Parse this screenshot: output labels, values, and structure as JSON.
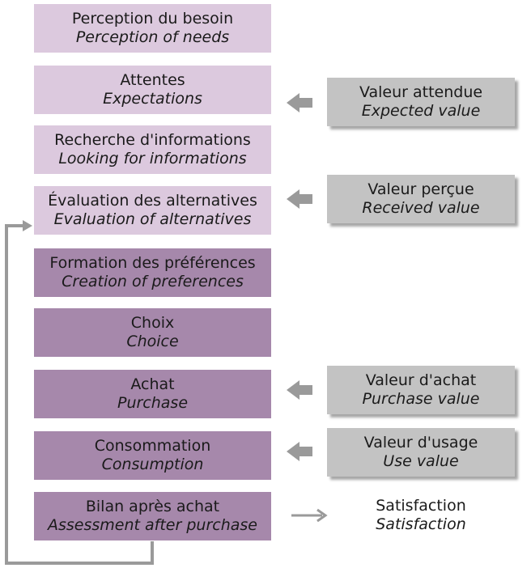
{
  "steps": [
    {
      "fr": "Perception du besoin",
      "en": "Perception of needs",
      "tone": "light"
    },
    {
      "fr": "Attentes",
      "en": "Expectations",
      "tone": "light"
    },
    {
      "fr": "Recherche d'informations",
      "en": "Looking for informations",
      "tone": "light"
    },
    {
      "fr": "Évaluation des alternatives",
      "en": "Evaluation of alternatives",
      "tone": "light"
    },
    {
      "fr": "Formation des préférences",
      "en": "Creation of preferences",
      "tone": "dark"
    },
    {
      "fr": "Choix",
      "en": "Choice",
      "tone": "dark"
    },
    {
      "fr": "Achat",
      "en": "Purchase",
      "tone": "dark"
    },
    {
      "fr": "Consommation",
      "en": "Consumption",
      "tone": "dark"
    },
    {
      "fr": "Bilan après achat",
      "en": "Assessment after purchase",
      "tone": "dark"
    }
  ],
  "values": [
    {
      "fr": "Valeur attendue",
      "en": "Expected value"
    },
    {
      "fr": "Valeur perçue",
      "en": "Received value"
    },
    {
      "fr": "Valeur d'achat",
      "en": "Purchase value"
    },
    {
      "fr": "Valeur d'usage",
      "en": "Use value"
    }
  ],
  "outcome": {
    "fr": "Satisfaction",
    "en": "Satisfaction"
  },
  "colors": {
    "light_step": "#dcc9de",
    "dark_step": "#a688ab",
    "value_box": "#c3c3c3",
    "arrow": "#9a9a9a"
  }
}
